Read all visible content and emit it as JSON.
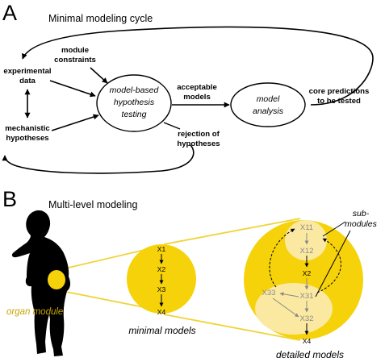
{
  "panelA": {
    "letter": "A",
    "title": "Minimal modeling cycle",
    "module_constraints": [
      "module",
      "constraints"
    ],
    "experimental_data": [
      "experimental",
      "data"
    ],
    "mechanistic_hypotheses": [
      "mechanistic",
      "hypotheses"
    ],
    "hypothesis_node": [
      "model-based",
      "hypothesis",
      "testing"
    ],
    "acceptable_models": [
      "acceptable",
      "models"
    ],
    "analysis_node": [
      "model",
      "analysis"
    ],
    "core_predictions": [
      "core predictions",
      "to be tested"
    ],
    "rejection": [
      "rejection of",
      "hypotheses"
    ]
  },
  "panelB": {
    "letter": "B",
    "title": "Multi-level modeling",
    "organ_module": "organ module",
    "minimal_nodes": [
      "X1",
      "X2",
      "X3",
      "X4"
    ],
    "minimal_label": "minimal models",
    "detailed_nodes": [
      "X11",
      "X12",
      "X2",
      "X33",
      "X31",
      "X32",
      "X4"
    ],
    "submodules": [
      "sub-",
      "modules"
    ],
    "detailed_label": "detailed models"
  },
  "colors": {
    "module_yellow": "#f6d20a",
    "submodule_fill": "#fbe9a2",
    "organ_text": "#c8a400",
    "silhouette": "#000000",
    "link_line": "#f0d33a"
  }
}
